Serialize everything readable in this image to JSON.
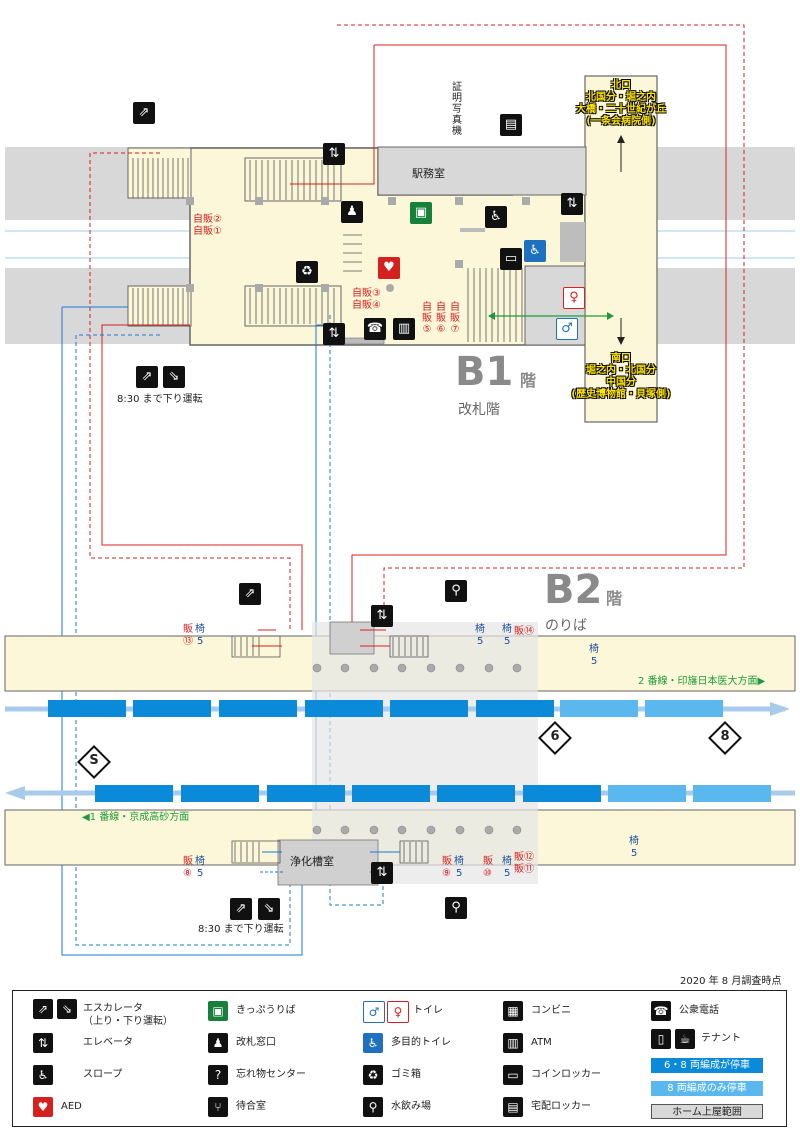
{
  "survey_note": "2020 年 8 月調査時点",
  "b1": {
    "floor": "B1",
    "floor_suffix": "階",
    "floor_name": "改札階",
    "station_office": "駅務室",
    "photo_booth": "証明写真機",
    "vending_2": "自販②",
    "vending_1": "自販①",
    "vending_3": "自販③",
    "vending_4": "自販④",
    "vending_5": "自販⑤",
    "vending_6": "自販⑥",
    "vending_7": "自販⑦",
    "escalator_note": "8:30 まで下り運転"
  },
  "exits": {
    "north": [
      "北口",
      "北国分・堀之内",
      "大橋・二十世紀が丘",
      "(一条会病院側)"
    ],
    "south": [
      "南口",
      "堀之内・北国分",
      "中国分",
      "(歴史博物館・貝塚側)"
    ]
  },
  "b2": {
    "floor": "B2",
    "floor_suffix": "階",
    "floor_name": "のりば",
    "line2": "2 番線・印旛日本医大方面▶",
    "line1": "◀1 番線・京成高砂方面",
    "purification": "浄化槽室",
    "escalator_note": "8:30 まで下り運転",
    "bench": "椅",
    "bench_count": "5",
    "vend": "販",
    "vend_13": "⑬",
    "vend_14": "販⑭",
    "vend_8": "⑧",
    "vend_9": "⑨",
    "vend_10": "⑩",
    "vend_11": "販⑪",
    "vend_12": "販⑫",
    "car_6": "6",
    "car_8": "8",
    "stop_s": "S"
  },
  "legend": {
    "escalator": "エスカレータ",
    "escalator_sub": "（上り・下り運転）",
    "elevator": "エレベータ",
    "slope": "スロープ",
    "aed": "AED",
    "ticket": "きっぷうりば",
    "gate_window": "改札窓口",
    "lost_found": "忘れ物センター",
    "waiting": "待合室",
    "toilet": "トイレ",
    "multi_toilet": "多目的トイレ",
    "trash": "ゴミ箱",
    "water": "水飲み場",
    "convenience": "コンビニ",
    "atm": "ATM",
    "locker": "コインロッカー",
    "delivery_locker": "宅配ロッカー",
    "phone": "公衆電話",
    "tenant": "テナント",
    "car68": "6・8 両編成が停車",
    "car8": "8 両編成のみ停車",
    "roof": "ホーム上屋範囲"
  },
  "colors": {
    "concourse": "#fbf7d8",
    "track_gray": "#d8d8d8",
    "train_dark": "#0a8ad8",
    "train_light": "#5ab8ee",
    "route_red": "#d62020",
    "route_blue": "#1a7ad0",
    "exit_yellow": "#ffe600"
  }
}
